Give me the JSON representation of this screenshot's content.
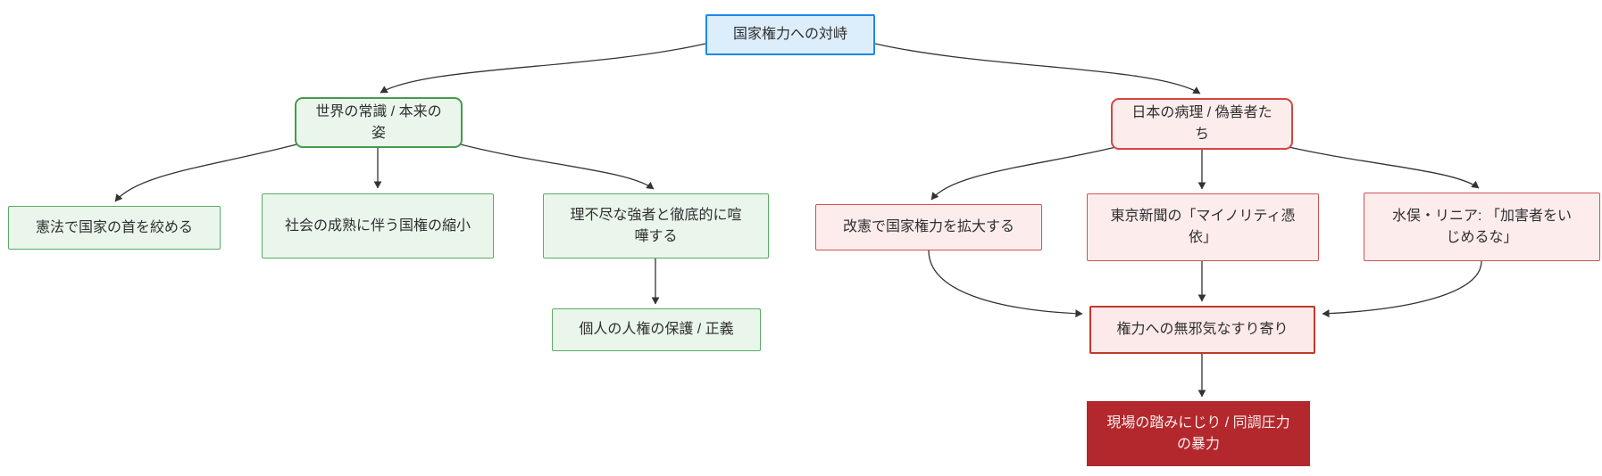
{
  "nodes": {
    "root": {
      "label": "国家権力への対峙"
    },
    "world": {
      "label": "世界の常識 / 本来の姿"
    },
    "constitution": {
      "label": "憲法で国家の首を絞める"
    },
    "maturity": {
      "label": "社会の成熟に伴う国権の縮小"
    },
    "fight": {
      "label": "理不尽な強者と徹底的に喧嘩する"
    },
    "rights": {
      "label": "個人の人権の保護 / 正義"
    },
    "japan": {
      "label": "日本の病理 / 偽善者たち"
    },
    "kaiken": {
      "label": "改憲で国家権力を拡大する"
    },
    "tokyo": {
      "label": "東京新聞の「マイノリティ憑依」"
    },
    "minamata": {
      "label": "水俣・リニア: 「加害者をいじめるな」"
    },
    "snuggle": {
      "label": "権力への無邪気なすり寄り"
    },
    "violence": {
      "label": "現場の踏みにじり / 同調圧力の暴力"
    }
  },
  "edges": [
    {
      "from": "root",
      "to": "world"
    },
    {
      "from": "root",
      "to": "japan"
    },
    {
      "from": "world",
      "to": "constitution"
    },
    {
      "from": "world",
      "to": "maturity"
    },
    {
      "from": "world",
      "to": "fight"
    },
    {
      "from": "fight",
      "to": "rights"
    },
    {
      "from": "japan",
      "to": "kaiken"
    },
    {
      "from": "japan",
      "to": "tokyo"
    },
    {
      "from": "japan",
      "to": "minamata"
    },
    {
      "from": "kaiken",
      "to": "snuggle"
    },
    {
      "from": "tokyo",
      "to": "snuggle"
    },
    {
      "from": "minamata",
      "to": "snuggle"
    },
    {
      "from": "snuggle",
      "to": "violence"
    }
  ],
  "colors": {
    "edge": "#333333",
    "root_fill": "#dcedfb",
    "root_stroke": "#1e88e5",
    "green_fill": "#eaf6eb",
    "green_stroke_parent": "#459a4d",
    "green_stroke": "#5aab64",
    "pink_fill": "#fdecec",
    "pink_stroke_parent": "#d64541",
    "pink_stroke": "#cf5252",
    "conv_fill": "#fce9e9",
    "conv_stroke": "#c0392b",
    "dark_fill": "#b3282d",
    "dark_text": "#f9eeee"
  }
}
